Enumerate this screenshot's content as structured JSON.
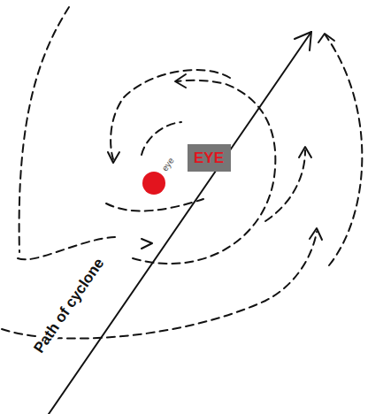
{
  "diagram": {
    "nodes": [
      {
        "text": [
          "EYE"
        ]
      }
    ],
    "labels": [
      "Path of cyclone",
      "eye"
    ]
  }
}
